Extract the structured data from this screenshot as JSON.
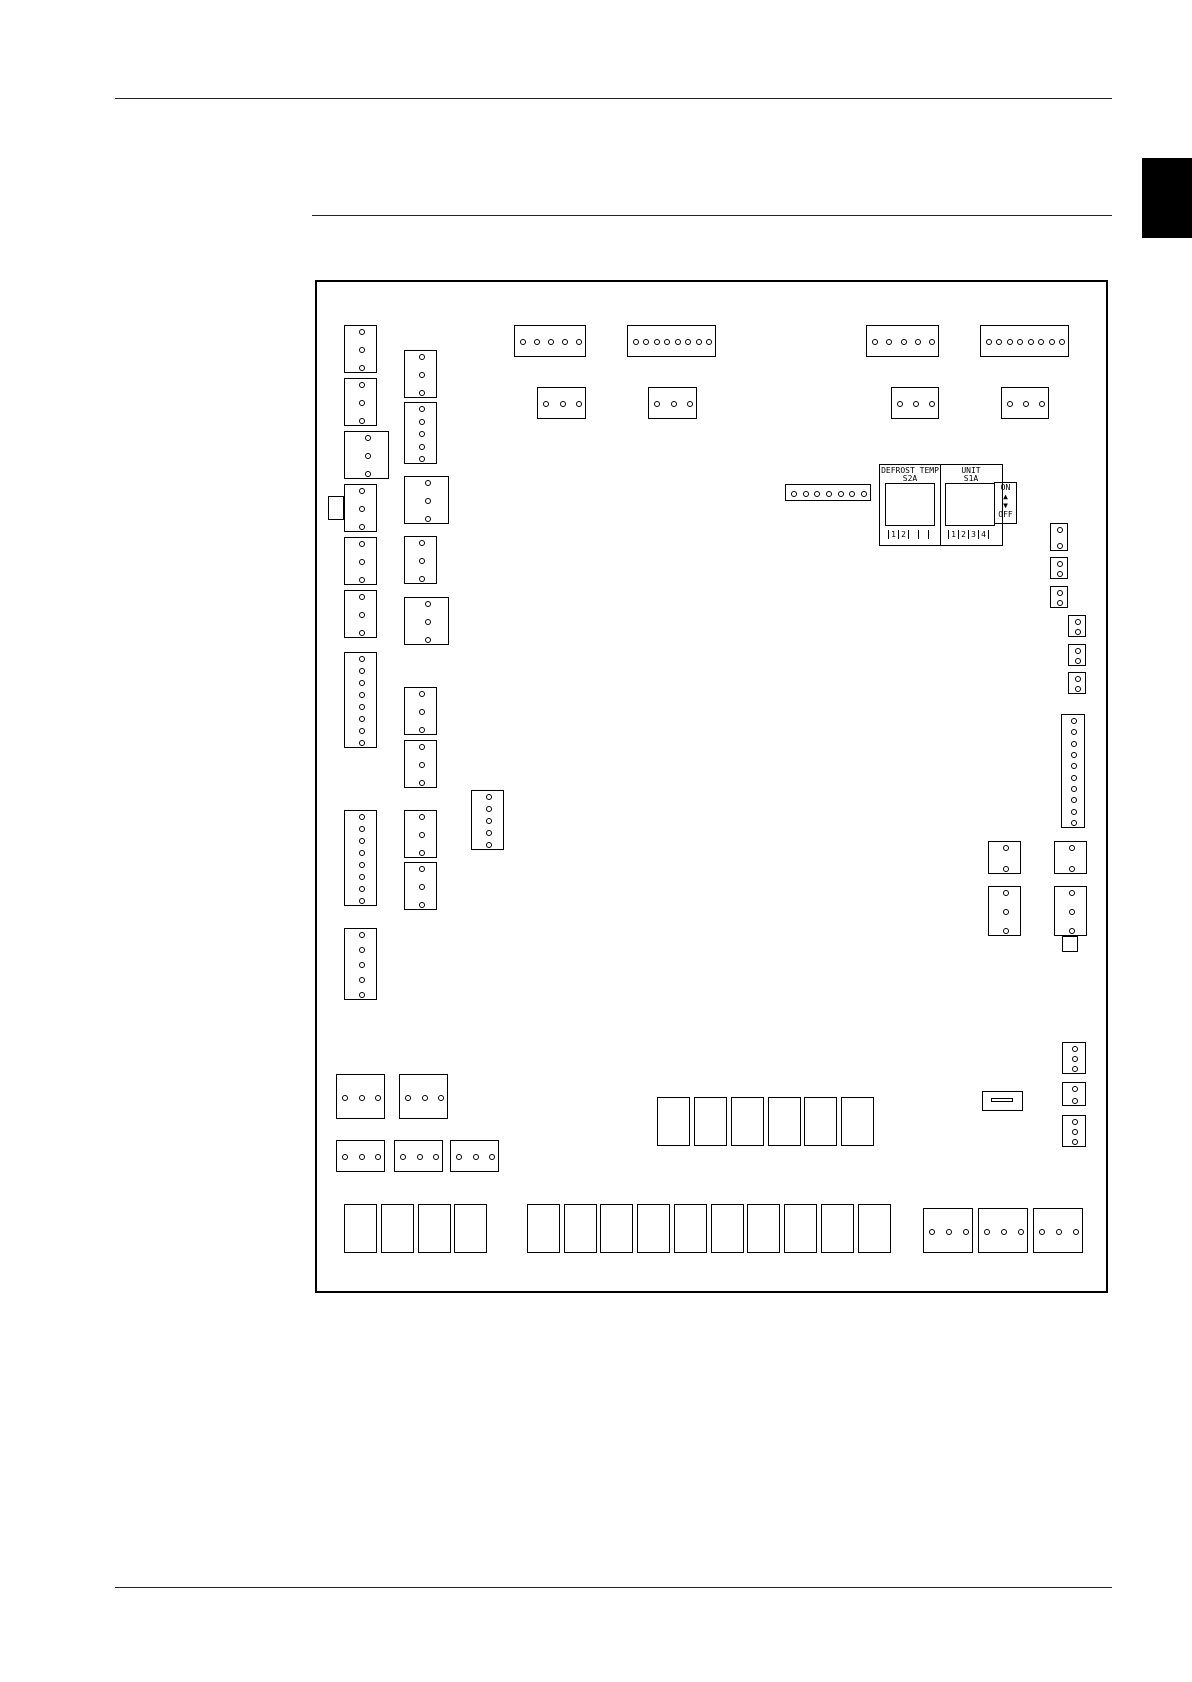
{
  "switches": {
    "defrost": {
      "title": "DEFROST TEMP",
      "code": "S2A",
      "positions": [
        "1",
        "2",
        "",
        ""
      ]
    },
    "unit": {
      "title": "UNIT",
      "code": "S1A",
      "positions": [
        "1",
        "2",
        "3",
        "4"
      ]
    },
    "on_label": "ON",
    "off_label": "OFF",
    "on_arrow": "▲",
    "off_arrow": "▼"
  }
}
